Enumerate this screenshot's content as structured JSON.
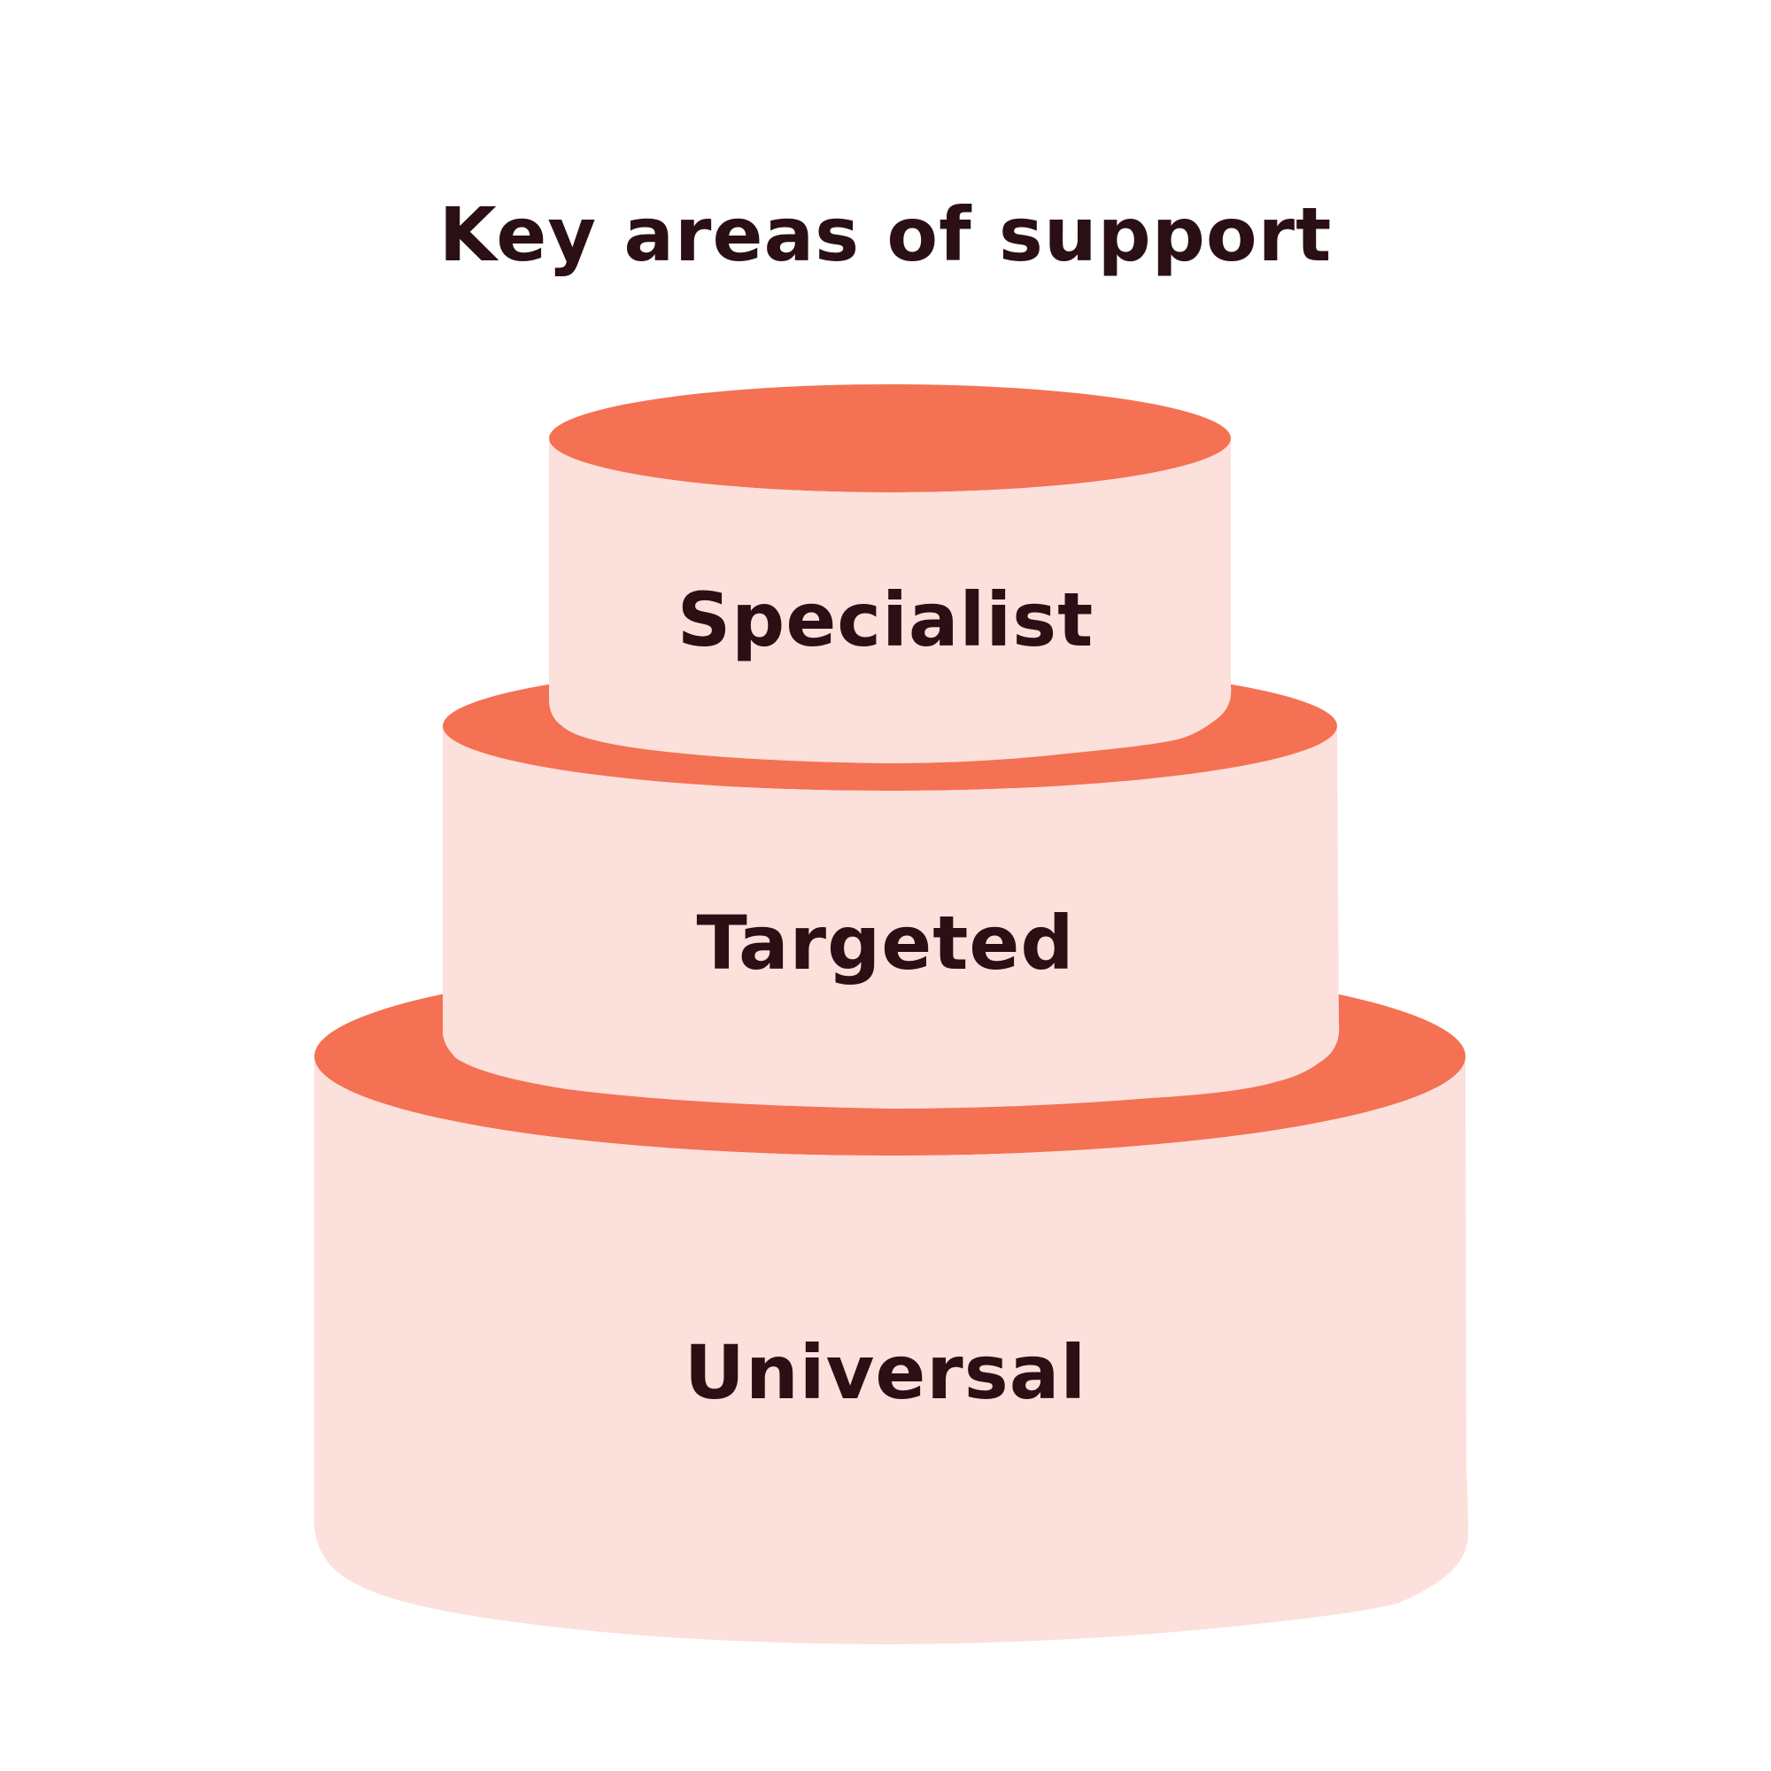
{
  "title": "Key areas of support",
  "tiers": [
    {
      "label": "Specialist",
      "level": "top"
    },
    {
      "label": "Targeted",
      "level": "middle"
    },
    {
      "label": "Universal",
      "level": "bottom"
    }
  ],
  "colors": {
    "background": "#ffffff",
    "tier_top_surface": "#f47153",
    "tier_side": "#fce0db",
    "text": "#2a1014"
  }
}
